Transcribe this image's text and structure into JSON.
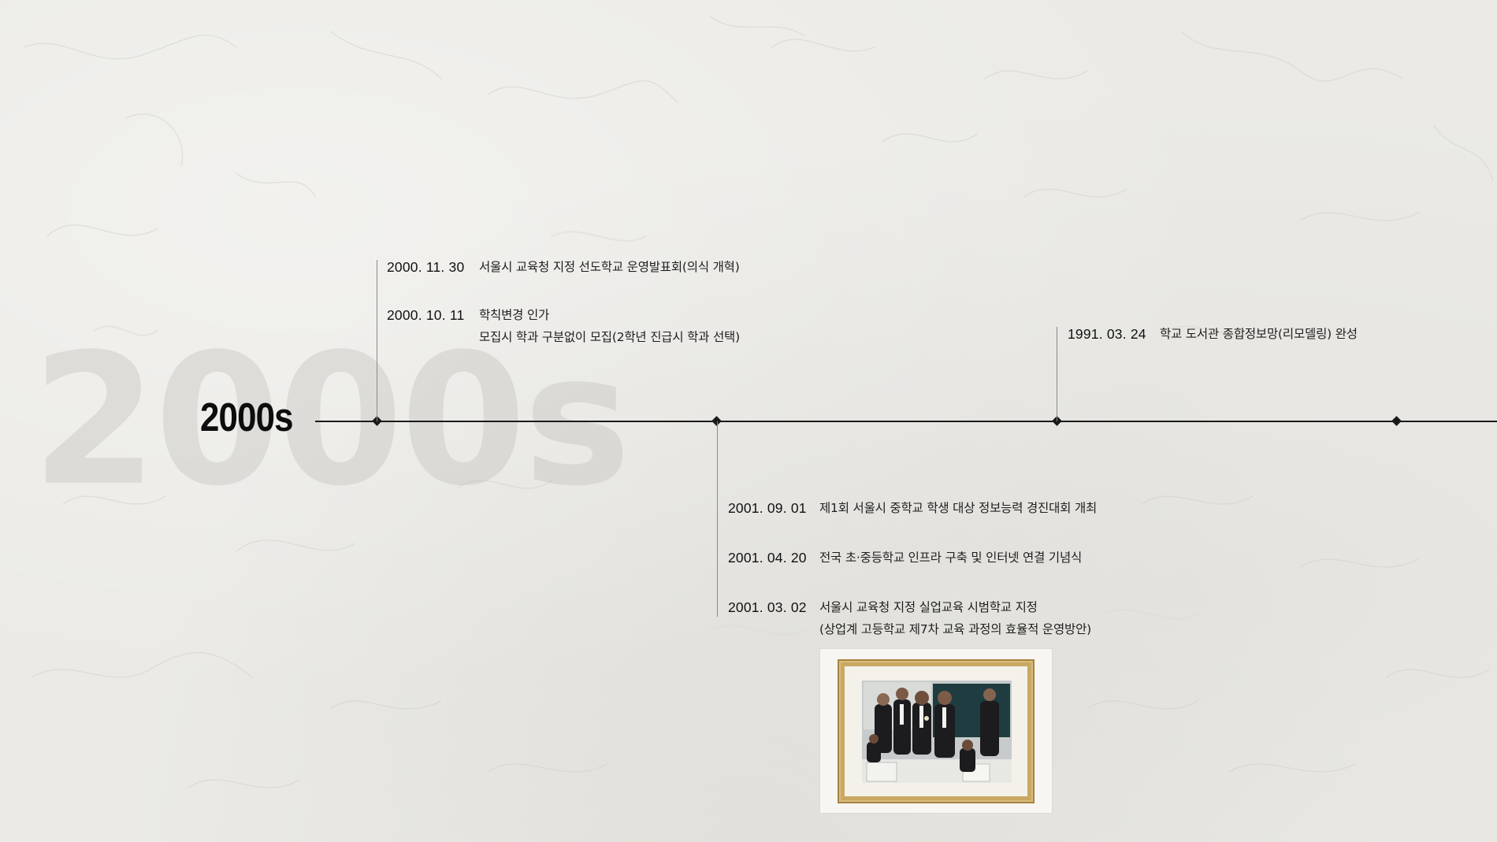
{
  "decade": {
    "watermark": "2000s",
    "label": "2000s"
  },
  "events": {
    "e1": {
      "date": "2000. 11. 30",
      "lines": [
        "서울시 교육청 지정 선도학교 운영발표회(의식 개혁)"
      ]
    },
    "e2": {
      "date": "2000. 10. 11",
      "lines": [
        "학칙변경 인가",
        "모집시 학과 구분없이 모집(2학년 진급시 학과 선택)"
      ]
    },
    "e3": {
      "date": "1991. 03. 24",
      "lines": [
        "학교 도서관 종합정보망(리모델링) 완성"
      ]
    },
    "e4": {
      "date": "2001. 09. 01",
      "lines": [
        "제1회 서울시 중학교 학생 대상 정보능력 경진대회 개최"
      ]
    },
    "e5": {
      "date": "2001. 04. 20",
      "lines": [
        "전국 초·중등학교 인프라 구축 및 인터넷 연결 기념식"
      ]
    },
    "e6": {
      "date": "2001. 03. 02",
      "lines": [
        "서울시 교육청 지정 실업교육 시범학교 지정",
        "(상업계 고등학교 제7차 교육 과정의 효율적 운영방안)"
      ]
    }
  },
  "colors": {
    "background": "#ebeae6",
    "line": "#1a1a1a",
    "frame_gold": "#c9a863"
  }
}
